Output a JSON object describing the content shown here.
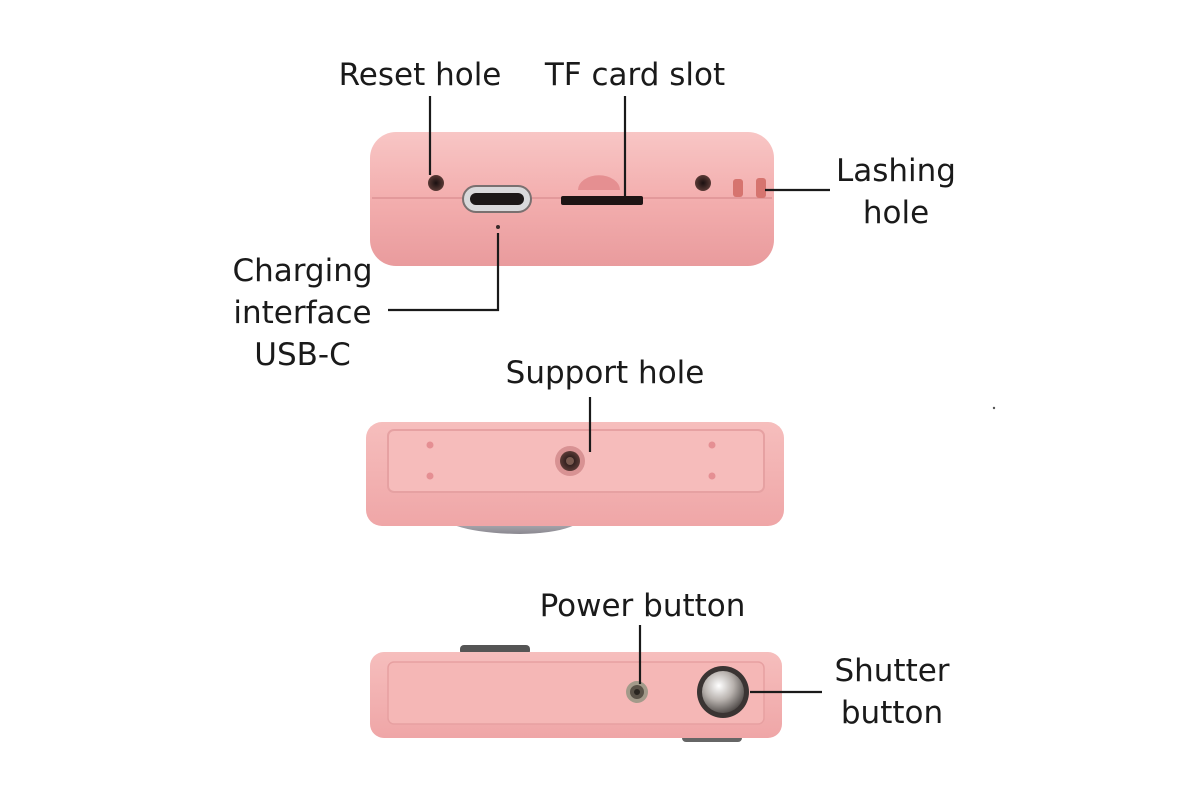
{
  "labels": {
    "reset_hole": "Reset hole",
    "tf_card_slot": "TF card slot",
    "lashing_hole": [
      "Lashing",
      "hole"
    ],
    "charging_interface": [
      "Charging",
      "interface",
      "USB-C"
    ],
    "support_hole": "Support hole",
    "power_button": "Power button",
    "shutter_button": [
      "Shutter",
      "button"
    ]
  },
  "colors": {
    "body": "#f4b3b3",
    "body_dark": "#e89a9c",
    "body_light": "#f8c4c3",
    "line": "#1a1a1a",
    "background": "#ffffff"
  }
}
